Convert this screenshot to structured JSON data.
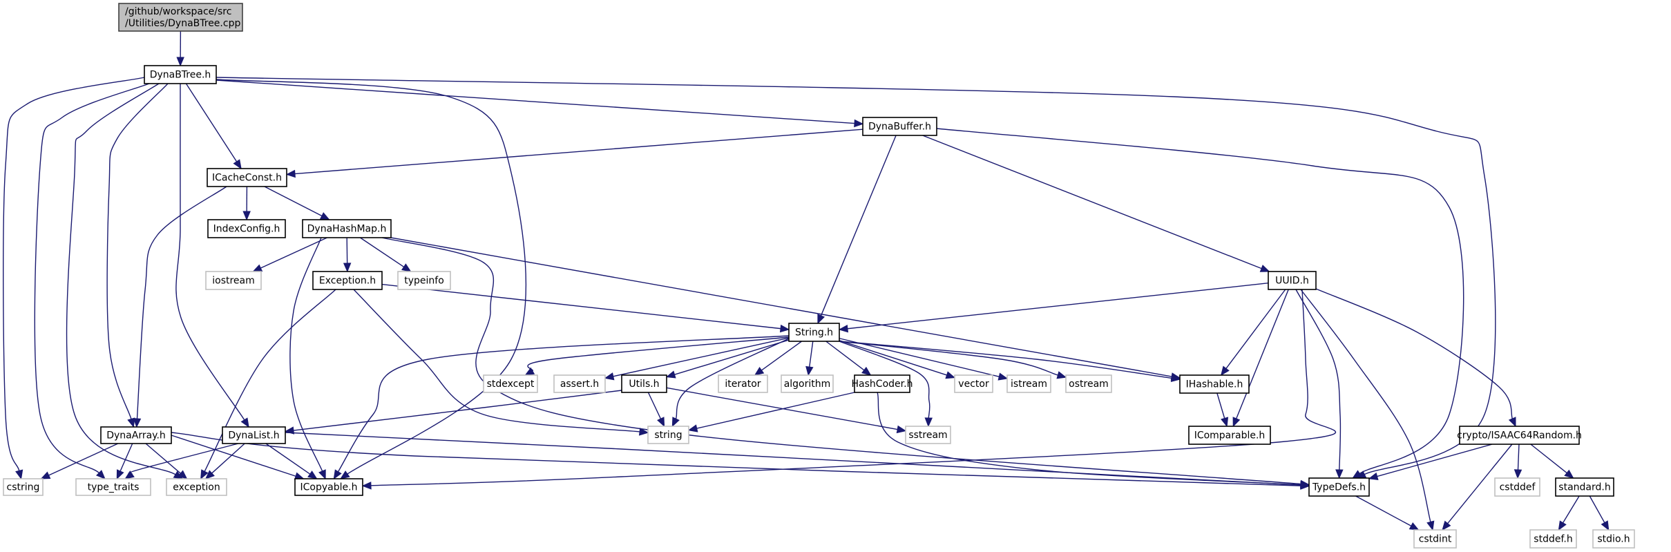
{
  "diagram": {
    "title": "Include dependency graph for DynaBTree.cpp",
    "colors": {
      "edge": "#191970",
      "root_fill": "#bfbfbf",
      "root_border": "#404040",
      "local_border": "#000000",
      "system_border": "#bfbfbf"
    },
    "nodes": [
      {
        "id": "root",
        "label": [
          "/github/workspace/src",
          "/Utilities/DynaBTree.cpp"
        ],
        "kind": "root"
      },
      {
        "id": "dynabtree",
        "label": [
          "DynaBTree.h"
        ],
        "kind": "local"
      },
      {
        "id": "dynabuffer",
        "label": [
          "DynaBuffer.h"
        ],
        "kind": "local"
      },
      {
        "id": "icacheconst",
        "label": [
          "ICacheConst.h"
        ],
        "kind": "local"
      },
      {
        "id": "indexconfig",
        "label": [
          "IndexConfig.h"
        ],
        "kind": "local"
      },
      {
        "id": "dynahashmap",
        "label": [
          "DynaHashMap.h"
        ],
        "kind": "local"
      },
      {
        "id": "iostream",
        "label": [
          "iostream"
        ],
        "kind": "system"
      },
      {
        "id": "exception_h",
        "label": [
          "Exception.h"
        ],
        "kind": "local"
      },
      {
        "id": "typeinfo",
        "label": [
          "typeinfo"
        ],
        "kind": "system"
      },
      {
        "id": "uuid",
        "label": [
          "UUID.h"
        ],
        "kind": "local"
      },
      {
        "id": "string_h",
        "label": [
          "String.h"
        ],
        "kind": "local"
      },
      {
        "id": "stdexcept",
        "label": [
          "stdexcept"
        ],
        "kind": "system"
      },
      {
        "id": "assert",
        "label": [
          "assert.h"
        ],
        "kind": "system"
      },
      {
        "id": "utils",
        "label": [
          "Utils.h"
        ],
        "kind": "local"
      },
      {
        "id": "iterator",
        "label": [
          "iterator"
        ],
        "kind": "system"
      },
      {
        "id": "algorithm",
        "label": [
          "algorithm"
        ],
        "kind": "system"
      },
      {
        "id": "hashcoder",
        "label": [
          "HashCoder.h"
        ],
        "kind": "local"
      },
      {
        "id": "vector",
        "label": [
          "vector"
        ],
        "kind": "system"
      },
      {
        "id": "istream",
        "label": [
          "istream"
        ],
        "kind": "system"
      },
      {
        "id": "ostream",
        "label": [
          "ostream"
        ],
        "kind": "system"
      },
      {
        "id": "ihashable",
        "label": [
          "IHashable.h"
        ],
        "kind": "local"
      },
      {
        "id": "string",
        "label": [
          "string"
        ],
        "kind": "system"
      },
      {
        "id": "sstream",
        "label": [
          "sstream"
        ],
        "kind": "system"
      },
      {
        "id": "icomparable",
        "label": [
          "IComparable.h"
        ],
        "kind": "local"
      },
      {
        "id": "isaac",
        "label": [
          "crypto/ISAAC64Random.h"
        ],
        "kind": "local"
      },
      {
        "id": "dynaarray",
        "label": [
          "DynaArray.h"
        ],
        "kind": "local"
      },
      {
        "id": "dynalist",
        "label": [
          "DynaList.h"
        ],
        "kind": "local"
      },
      {
        "id": "cstring",
        "label": [
          "cstring"
        ],
        "kind": "system"
      },
      {
        "id": "type_traits",
        "label": [
          "type_traits"
        ],
        "kind": "system"
      },
      {
        "id": "exception",
        "label": [
          "exception"
        ],
        "kind": "system"
      },
      {
        "id": "icopyable",
        "label": [
          "ICopyable.h"
        ],
        "kind": "local"
      },
      {
        "id": "typedefs",
        "label": [
          "TypeDefs.h"
        ],
        "kind": "local"
      },
      {
        "id": "cstddef",
        "label": [
          "cstddef"
        ],
        "kind": "system"
      },
      {
        "id": "standard",
        "label": [
          "standard.h"
        ],
        "kind": "local"
      },
      {
        "id": "cstdint",
        "label": [
          "cstdint"
        ],
        "kind": "system"
      },
      {
        "id": "stddef",
        "label": [
          "stddef.h"
        ],
        "kind": "system"
      },
      {
        "id": "stdio",
        "label": [
          "stdio.h"
        ],
        "kind": "system"
      }
    ],
    "edges": [
      [
        "root",
        "dynabtree"
      ],
      [
        "dynabtree",
        "dynabuffer"
      ],
      [
        "dynabtree",
        "icacheconst"
      ],
      [
        "dynabtree",
        "dynaarray"
      ],
      [
        "dynabtree",
        "dynalist"
      ],
      [
        "dynabtree",
        "cstring"
      ],
      [
        "dynabtree",
        "type_traits"
      ],
      [
        "dynabtree",
        "exception"
      ],
      [
        "dynabtree",
        "icopyable"
      ],
      [
        "dynabtree",
        "typedefs"
      ],
      [
        "dynabuffer",
        "icacheconst"
      ],
      [
        "dynabuffer",
        "string_h"
      ],
      [
        "dynabuffer",
        "uuid"
      ],
      [
        "dynabuffer",
        "typedefs"
      ],
      [
        "icacheconst",
        "indexconfig"
      ],
      [
        "icacheconst",
        "dynahashmap"
      ],
      [
        "icacheconst",
        "dynaarray"
      ],
      [
        "dynahashmap",
        "iostream"
      ],
      [
        "dynahashmap",
        "exception_h"
      ],
      [
        "dynahashmap",
        "typeinfo"
      ],
      [
        "dynahashmap",
        "icopyable"
      ],
      [
        "dynahashmap",
        "ihashable"
      ],
      [
        "dynahashmap",
        "typedefs"
      ],
      [
        "exception_h",
        "string_h"
      ],
      [
        "exception_h",
        "exception"
      ],
      [
        "exception_h",
        "string"
      ],
      [
        "uuid",
        "string_h"
      ],
      [
        "uuid",
        "ihashable"
      ],
      [
        "uuid",
        "icomparable"
      ],
      [
        "uuid",
        "icopyable"
      ],
      [
        "uuid",
        "typedefs"
      ],
      [
        "uuid",
        "cstdint"
      ],
      [
        "uuid",
        "isaac"
      ],
      [
        "string_h",
        "stdexcept"
      ],
      [
        "string_h",
        "assert"
      ],
      [
        "string_h",
        "utils"
      ],
      [
        "string_h",
        "iterator"
      ],
      [
        "string_h",
        "algorithm"
      ],
      [
        "string_h",
        "hashcoder"
      ],
      [
        "string_h",
        "vector"
      ],
      [
        "string_h",
        "istream"
      ],
      [
        "string_h",
        "ostream"
      ],
      [
        "string_h",
        "ihashable"
      ],
      [
        "string_h",
        "string"
      ],
      [
        "string_h",
        "sstream"
      ],
      [
        "string_h",
        "icopyable"
      ],
      [
        "utils",
        "string"
      ],
      [
        "utils",
        "sstream"
      ],
      [
        "utils",
        "dynalist"
      ],
      [
        "hashcoder",
        "string"
      ],
      [
        "hashcoder",
        "typedefs"
      ],
      [
        "ihashable",
        "icomparable"
      ],
      [
        "dynaarray",
        "cstring"
      ],
      [
        "dynaarray",
        "type_traits"
      ],
      [
        "dynaarray",
        "exception"
      ],
      [
        "dynaarray",
        "icopyable"
      ],
      [
        "dynaarray",
        "typedefs"
      ],
      [
        "dynalist",
        "type_traits"
      ],
      [
        "dynalist",
        "exception"
      ],
      [
        "dynalist",
        "icopyable"
      ],
      [
        "dynalist",
        "typedefs"
      ],
      [
        "isaac",
        "typedefs"
      ],
      [
        "isaac",
        "cstdint"
      ],
      [
        "isaac",
        "cstddef"
      ],
      [
        "isaac",
        "standard"
      ],
      [
        "typedefs",
        "cstdint"
      ],
      [
        "standard",
        "stddef"
      ],
      [
        "standard",
        "stdio"
      ]
    ]
  }
}
